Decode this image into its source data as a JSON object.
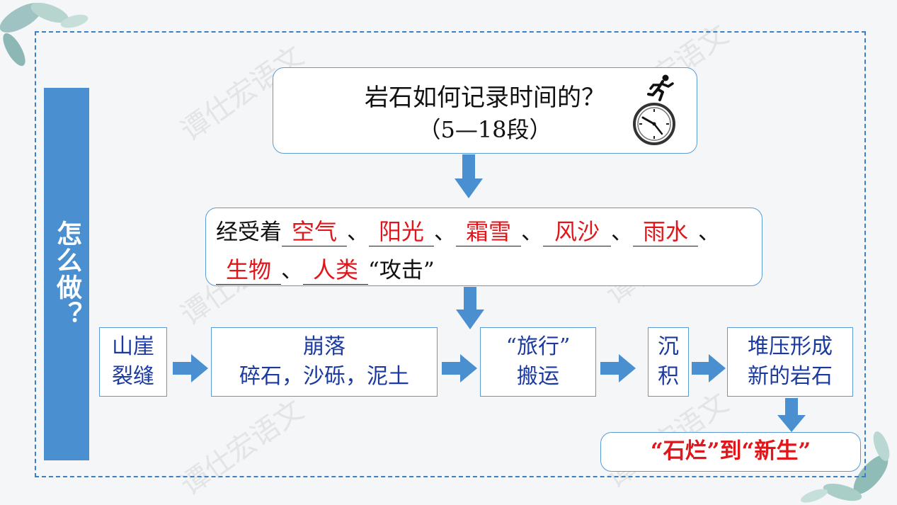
{
  "side_title": "怎么做？",
  "title": {
    "line1": "岩石如何记录时间的？",
    "line2": "（5—18段）"
  },
  "attack": {
    "prefix": "经受着",
    "blanks": [
      "空气",
      "阳光",
      "霜雪",
      "风沙",
      "雨水",
      "生物",
      "人类"
    ],
    "sep": "、",
    "suffix": "“攻击”"
  },
  "flow": [
    {
      "line1": "山崖",
      "line2": "裂缝"
    },
    {
      "line1": "崩落",
      "line2": "碎石，沙砾，泥土"
    },
    {
      "line1": "“旅行”",
      "line2": "搬运"
    },
    {
      "line1": "沉",
      "line2": "积"
    },
    {
      "line1": "堆压形成",
      "line2": "新的岩石"
    }
  ],
  "result": "“石烂”到“新生”",
  "watermark": "谭仕宏语文",
  "colors": {
    "accent": "#4a8fd0",
    "answer": "#e0161b",
    "flow_text": "#1b3aa0"
  },
  "icons": [
    "running-man-icon",
    "clock-icon"
  ]
}
